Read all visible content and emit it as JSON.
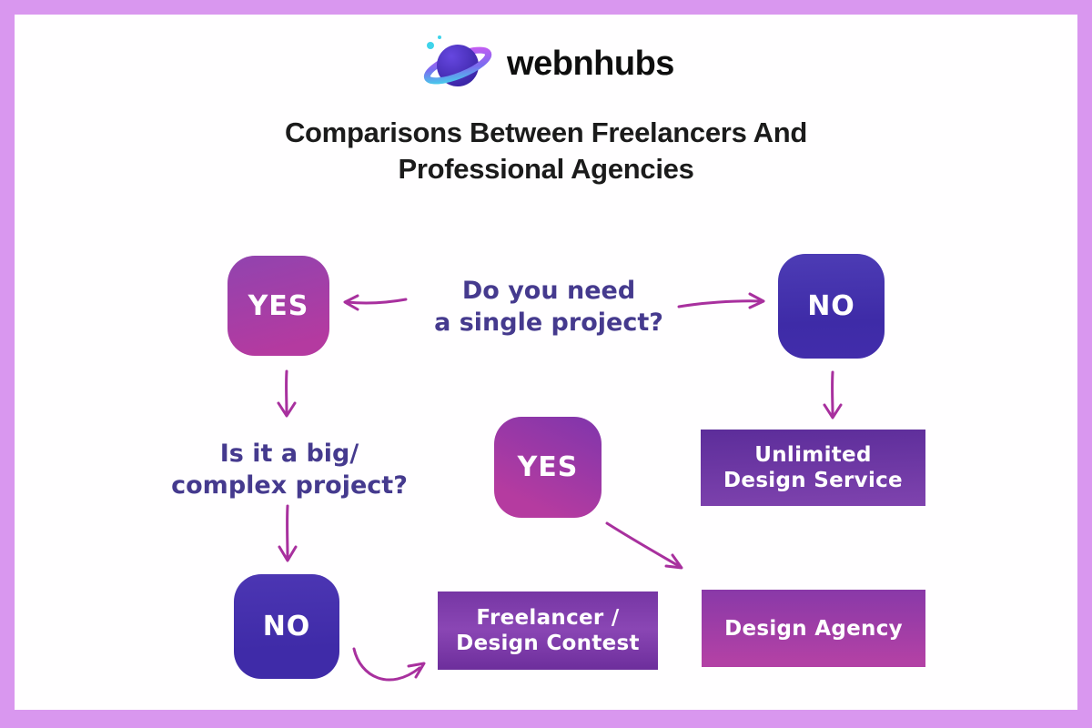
{
  "logo": {
    "brand": "webnhubs",
    "icon": "planet-icon"
  },
  "title": {
    "line1": "Comparisons Between Freelancers And",
    "line2": "Professional Agencies"
  },
  "flowchart": {
    "question1": {
      "line1": "Do you need",
      "line2": "a single project?"
    },
    "yes_top": "YES",
    "no_top": "NO",
    "question2": {
      "line1": "Is it a big/",
      "line2": "complex project?"
    },
    "yes_mid": "YES",
    "no_bottom": "NO",
    "unlimited": {
      "line1": "Unlimited",
      "line2": "Design Service"
    },
    "freelancer": {
      "line1": "Freelancer /",
      "line2": "Design Contest"
    },
    "agency": "Design Agency"
  },
  "colors": {
    "frame": "#d997ef",
    "canvas": "#fffeff",
    "title_text": "#1b1b1b",
    "question_text": "#453a8e",
    "arrow": "#a8309e",
    "yes_box_gradient": [
      "#9343ae",
      "#b43aa0"
    ],
    "no_box_gradient": [
      "#4d3cb5",
      "#3e2ba7"
    ],
    "purple_rect_gradient": [
      "#5c2d9a",
      "#7f43ae"
    ],
    "magenta_rect_gradient": [
      "#8939a8",
      "#b241a5"
    ],
    "ring_gradient": [
      "#3fd9ea",
      "#cf5af2"
    ],
    "sphere": "#4229bd"
  }
}
